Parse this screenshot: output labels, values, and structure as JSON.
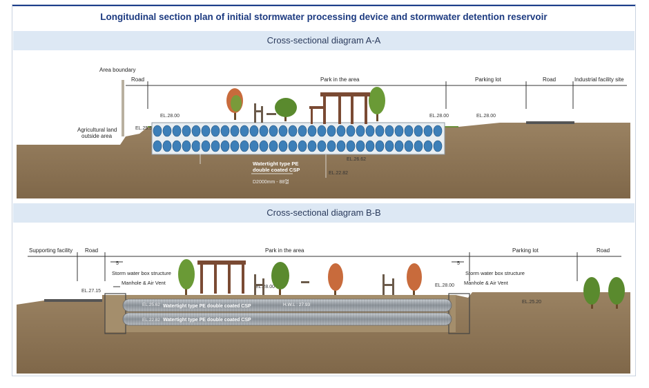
{
  "header": {
    "title": "Longitudinal section plan of initial stormwater processing device and stormwater detention reservoir"
  },
  "section_a": {
    "heading": "Cross-sectional diagram A-A",
    "zones": {
      "area_boundary": "Area boundary",
      "road_left": "Road",
      "park": "Park in the area",
      "parking": "Parking lot",
      "road_right": "Road",
      "industrial": "Industrial facility site"
    },
    "agri_line1": "Agricultural land",
    "agri_line2": "outside area",
    "elevations": {
      "el_left": "EL.28.00",
      "el_2550": "EL.25.50",
      "el_mid": "EL.28.00",
      "el_parking": "EL.28.00",
      "el_2282": "EL.22.82",
      "el_2662": "EL.26.62"
    },
    "pipe_label_line1": "Watertight type PE",
    "pipe_label_line2": "double coated CSP",
    "pipe_spec": "D2000mm - 88열"
  },
  "section_b": {
    "heading": "Cross-sectional diagram B-B",
    "zones": {
      "supporting": "Supporting facility",
      "road_left": "Road",
      "park": "Park in the area",
      "parking": "Parking lot",
      "road_right": "Road"
    },
    "storm_box_left": "Storm water box structure",
    "manhole_left": "Manhole & Air Vent",
    "storm_box_right": "Storm water box structure",
    "manhole_right": "Manhole & Air Vent",
    "dim_left": "5",
    "dim_right": "5",
    "elevations": {
      "el_2715": "EL.27.15",
      "el_2800_mid": "EL.28.00",
      "el_2800_right": "EL.28.00",
      "el_2520": "EL.25.20",
      "el_2562": "EL.25.62",
      "el_2282": "EL.22.82",
      "hwl": "H.W.L : 27.93"
    },
    "pipe_upper": "Watertight type PE double coated CSP",
    "pipe_lower": "Watertight type PE double coated CSP"
  },
  "colors": {
    "title_blue": "#1c3a80",
    "band_bg": "#dde8f4",
    "soil": "#8a7152",
    "pipe_blue": "#3d7fb8",
    "pipe_grey": "#9aa0a6",
    "tree_green": "#5a8a2e",
    "pergola_brown": "#7a4a33"
  }
}
